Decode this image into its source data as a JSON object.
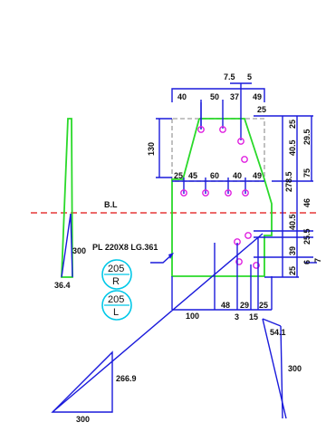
{
  "baseline_label": "B.L",
  "plate_label": "PL  220X8  LG.361",
  "tags": [
    {
      "number": "205",
      "side": "R"
    },
    {
      "number": "205",
      "side": "L"
    }
  ],
  "left_part": {
    "dim_vertical": "300",
    "dim_bottom": "36.4"
  },
  "top_dims": {
    "d_7_5": "7.5",
    "d_5": "5",
    "d_40": "40",
    "d_50": "50",
    "d_37": "37",
    "d_49": "49",
    "d_25a": "25",
    "d_130": "130"
  },
  "right_dims": {
    "d_25b": "25",
    "d_40_5a": "40.5",
    "d_29_5": "29.5",
    "d_278_5": "278.5",
    "d_75": "75",
    "d_46": "46",
    "d_40_5b": "40.5",
    "d_25_5": "25.5",
    "d_39": "39",
    "d_6": "6",
    "d_25c": "25",
    "d_7": "7"
  },
  "mid_dims": {
    "d_25": "25",
    "d_45": "45",
    "d_60": "60",
    "d_40": "40",
    "d_49": "49"
  },
  "bottom_dims": {
    "d_100": "100",
    "d_48": "48",
    "d_3": "3",
    "d_29": "29",
    "d_15": "15",
    "d_25": "25"
  },
  "bevel_dims": {
    "d_54_1": "54.1",
    "d_300_v": "300",
    "d_266_9": "266.9",
    "d_300_h": "300"
  }
}
